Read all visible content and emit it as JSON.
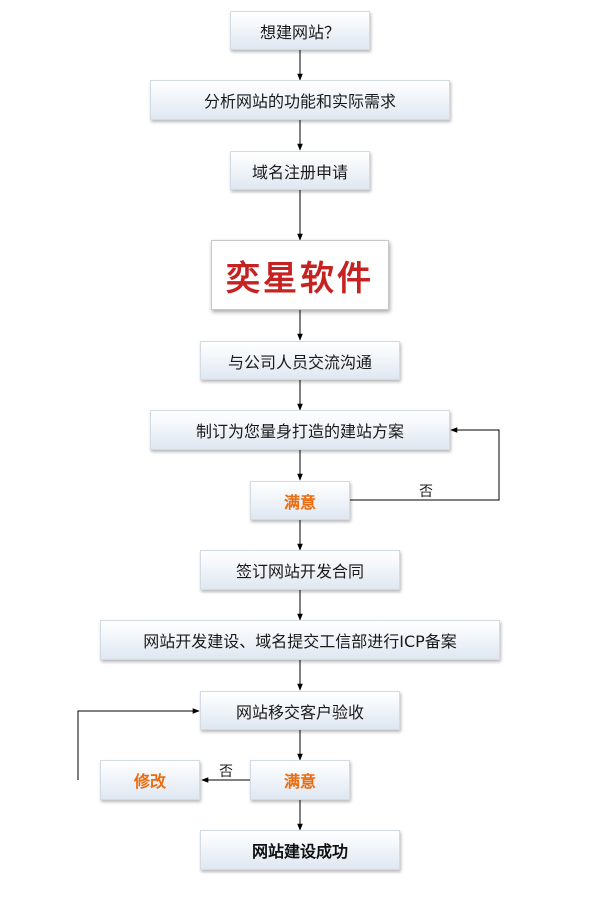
{
  "steps": {
    "s1": "想建网站？",
    "s2": "分析网站的功能和实际需求",
    "s3": "域名注册申请",
    "s4": "与公司人员交流沟通",
    "s5": "制订为您量身打造的建站方案",
    "s6": "满意",
    "s7": "签订网站开发合同",
    "s8": "网站开发建设、域名提交工信部进行ICP备案",
    "s9": "网站移交客户验收",
    "s10": "满意",
    "s11": "修改",
    "s12": "网站建设成功"
  },
  "logo": {
    "text": "奕星软件"
  },
  "labels": {
    "no1": "否",
    "no2": "否"
  },
  "colors": {
    "accent_orange": "#ec6d10",
    "logo_red": "#c62222",
    "box_border": "#d3dbe5"
  }
}
